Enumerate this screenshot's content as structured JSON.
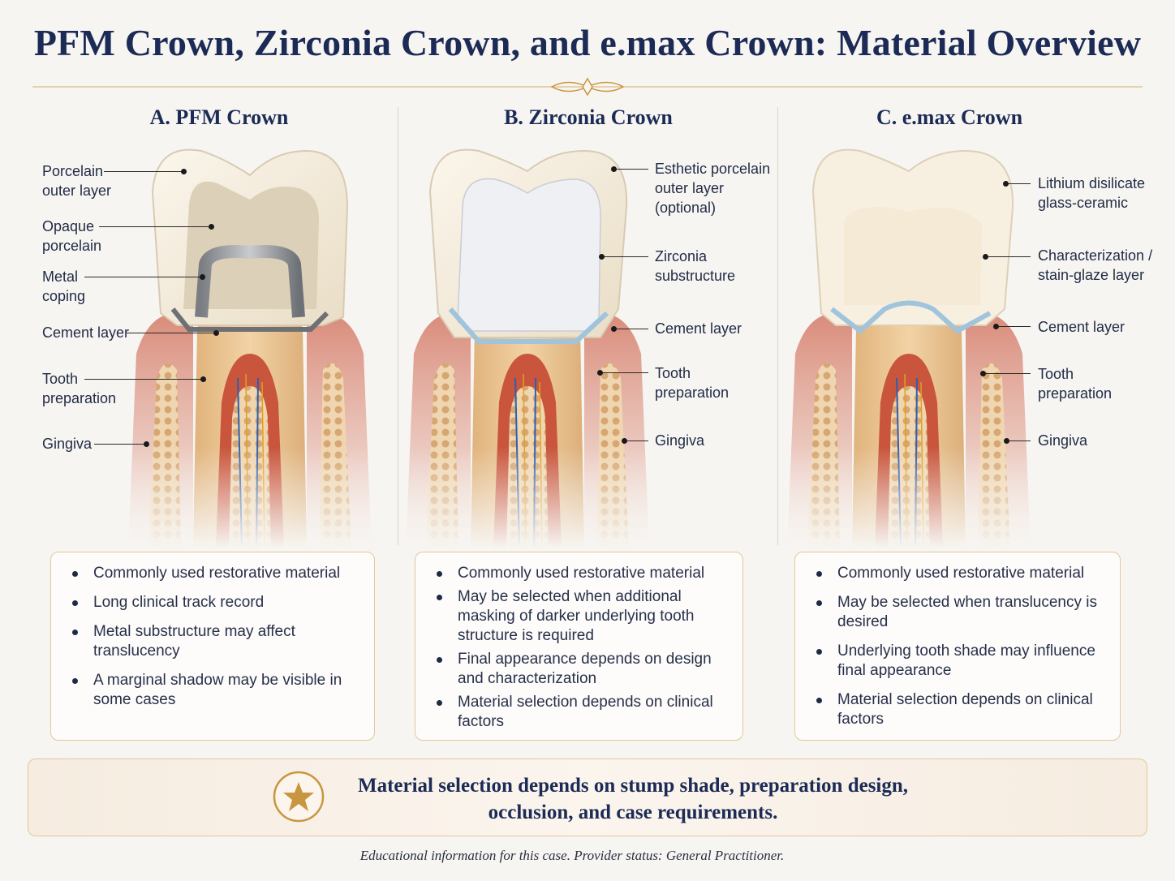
{
  "title": "PFM Crown, Zirconia Crown, and e.max Crown: Material Overview",
  "panels": [
    {
      "title": "A. PFM Crown",
      "labels": {
        "porcelain_outer": "Porcelain\nouter layer",
        "opaque": "Opaque\nporcelain",
        "metal": "Metal\ncoping",
        "cement": "Cement layer",
        "prep": "Tooth\npreparation",
        "gingiva": "Gingiva"
      },
      "bullets": [
        "Commonly used restorative material",
        "Long clinical track record",
        "Metal substructure may affect translucency",
        "A marginal shadow may be visible in some cases"
      ]
    },
    {
      "title": "B. Zirconia Crown",
      "labels": {
        "esthetic": "Esthetic porcelain\nouter layer\n(optional)",
        "zirconia": "Zirconia\nsubstructure",
        "cement": "Cement layer",
        "prep": "Tooth\npreparation",
        "gingiva": "Gingiva"
      },
      "bullets": [
        "Commonly used restorative material",
        "May be selected when additional masking of darker underlying tooth structure is required",
        "Final appearance depends on design and characterization",
        "Material selection depends on clinical factors"
      ]
    },
    {
      "title": "C. e.max Crown",
      "labels": {
        "lithium": "Lithium disilicate\nglass-ceramic",
        "stain": "Characterization /\nstain-glaze layer",
        "cement": "Cement layer",
        "prep": "Tooth\npreparation",
        "gingiva": "Gingiva"
      },
      "bullets": [
        "Commonly used restorative material",
        "May be selected when translucency is desired",
        "Underlying tooth shade may influence final appearance",
        "Material selection depends on clinical factors"
      ]
    }
  ],
  "banner": {
    "line1": "Material selection depends on stump shade, preparation design,",
    "line2": "occlusion, and case requirements.",
    "icon": "star-icon"
  },
  "footnote": "Educational information for this case. Provider status: General Practitioner.",
  "colors": {
    "title": "#1c2b55",
    "accent_gold": "#c8963e",
    "box_border": "#e2c79b"
  }
}
